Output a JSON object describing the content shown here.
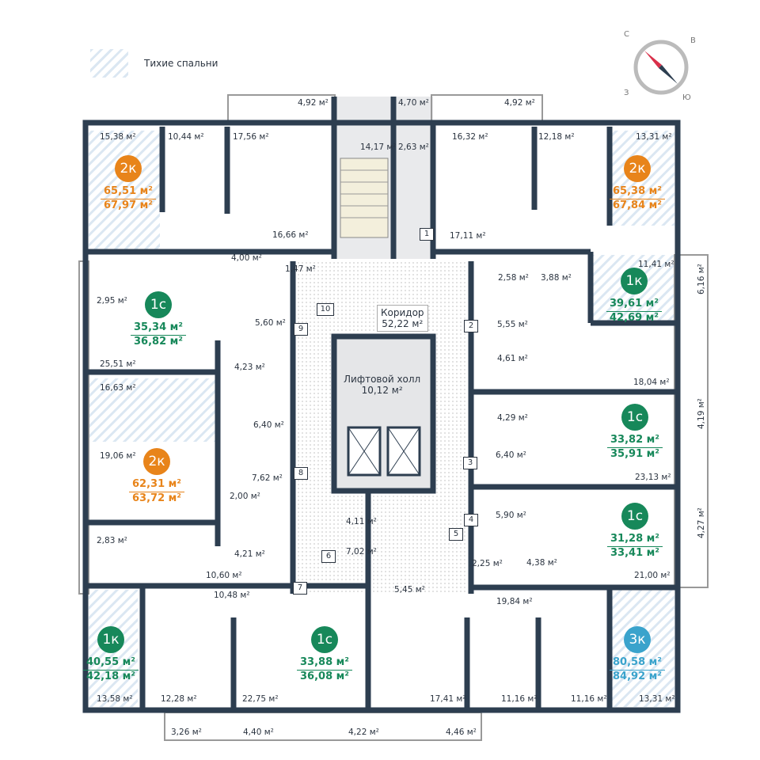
{
  "legend": {
    "label": "Тихие спальни"
  },
  "compass": {
    "n": "С",
    "e": "В",
    "s": "Ю",
    "w": "З"
  },
  "colors": {
    "wall": "#2d3e50",
    "two_room": "#e8841a",
    "one_room": "#17885a",
    "studio": "#17885a",
    "three_room": "#3aa3cc",
    "hatch": "#dbe7f2"
  },
  "corridor": {
    "title": "Коридор",
    "area": "52,22 м²"
  },
  "lift_hall": {
    "title": "Лифтовой холл",
    "area": "10,12 м²"
  },
  "apartments": [
    {
      "type": "2к",
      "living": "65,51 м²",
      "total": "67,97 м²",
      "color": "#e8841a"
    },
    {
      "type": "2к",
      "living": "65,38 м²",
      "total": "67,84 м²",
      "color": "#e8841a"
    },
    {
      "type": "1к",
      "living": "39,61 м²",
      "total": "42,69 м²",
      "color": "#17885a"
    },
    {
      "type": "1с",
      "living": "35,34 м²",
      "total": "36,82 м²",
      "color": "#17885a"
    },
    {
      "type": "2к",
      "living": "62,31 м²",
      "total": "63,72 м²",
      "color": "#e8841a"
    },
    {
      "type": "1с",
      "living": "33,82 м²",
      "total": "35,91 м²",
      "color": "#17885a"
    },
    {
      "type": "1с",
      "living": "31,28 м²",
      "total": "33,41 м²",
      "color": "#17885a"
    },
    {
      "type": "1к",
      "living": "40,55 м²",
      "total": "42,18 м²",
      "color": "#17885a"
    },
    {
      "type": "1с",
      "living": "33,88 м²",
      "total": "36,08 м²",
      "color": "#17885a"
    },
    {
      "type": "3к",
      "living": "80,58 м²",
      "total": "84,92 м²",
      "color": "#3aa3cc"
    }
  ],
  "rooms": [
    "4,92 м²",
    "4,70 м²",
    "4,92 м²",
    "15,38 м²",
    "10,44 м²",
    "17,56 м²",
    "14,17 м²",
    "2,63 м²",
    "16,32 м²",
    "12,18 м²",
    "13,31 м²",
    "16,66 м²",
    "17,11 м²",
    "4,00 м²",
    "1,47 м²",
    "2,58 м²",
    "3,88 м²",
    "11,41 м²",
    "6,16 м²",
    "2,95 м²",
    "5,60 м²",
    "5,55 м²",
    "25,51 м²",
    "4,23 м²",
    "4,61 м²",
    "18,04 м²",
    "16,63 м²",
    "4,19 м²",
    "4,29 м²",
    "6,40 м²",
    "6,40 м²",
    "23,13 м²",
    "19,06 м²",
    "7,62 м²",
    "2,00 м²",
    "4,27 м²",
    "4,11 м²",
    "5,90 м²",
    "2,83 м²",
    "4,21 м²",
    "7,02 м²",
    "2,25 м²",
    "4,38 м²",
    "10,60 м²",
    "21,00 м²",
    "10,48 м²",
    "5,45 м²",
    "19,84 м²",
    "13,58 м²",
    "12,28 м²",
    "22,75 м²",
    "17,41 м²",
    "11,16 м²",
    "11,16 м²",
    "13,31 м²",
    "3,26 м²",
    "4,40 м²",
    "4,22 м²",
    "4,46 м²"
  ],
  "doors": [
    "1",
    "2",
    "3",
    "4",
    "5",
    "6",
    "7",
    "8",
    "9",
    "10"
  ]
}
